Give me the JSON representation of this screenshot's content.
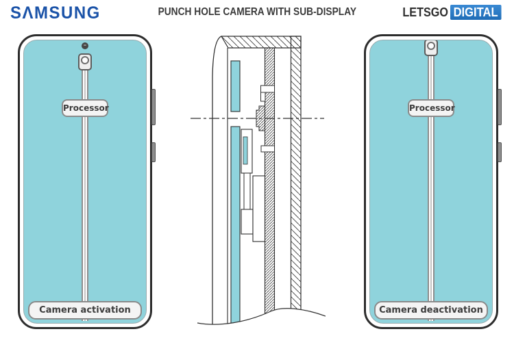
{
  "header": {
    "brand_logo": "SΛMSUNG",
    "title": "PUNCH HOLE CAMERA WITH SUB-DISPLAY",
    "publisher": {
      "name_left": "LETSGO",
      "name_right": "DIGITAL"
    }
  },
  "phones": {
    "left": {
      "processor_label": "Processor",
      "bottom_label": "Camera activation"
    },
    "right": {
      "processor_label": "Processor",
      "bottom_label": "Camera deactivation"
    }
  },
  "icons": {
    "punch_hole_camera": "punch-hole-camera-dot",
    "camera_module": "camera-module-with-round-lens",
    "side_buttons": "volume-and-power-bars"
  },
  "colors": {
    "samsung_blue": "#1b53a8",
    "publisher_badge_blue": "#2b7ac6",
    "screen_teal": "#8fd3dc",
    "title_text": "#3a3a3a",
    "line_dark": "#2f2f2f"
  }
}
